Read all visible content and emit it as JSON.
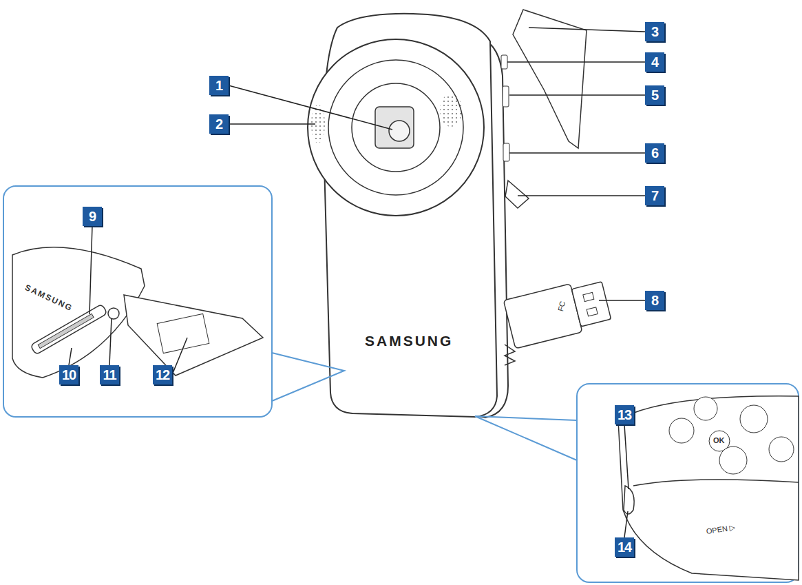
{
  "diagram": {
    "labels": [
      "1",
      "2",
      "3",
      "4",
      "5",
      "6",
      "7",
      "8",
      "9",
      "10",
      "11",
      "12",
      "13",
      "14",
      "SAMSUNG",
      "SAMSUNG",
      "OK",
      "OPEN ▷",
      "FC"
    ]
  }
}
